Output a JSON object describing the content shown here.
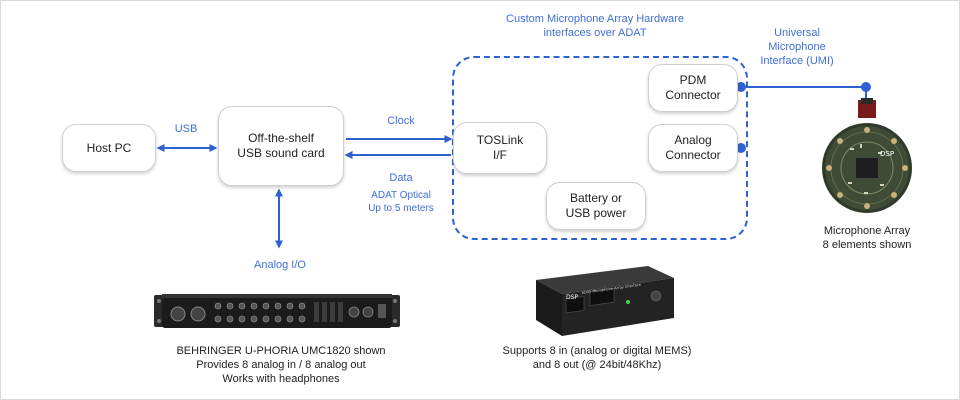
{
  "nodes": {
    "host_pc": "Host PC",
    "sound_card": [
      "Off-the-shelf",
      "USB sound card"
    ],
    "toslink": [
      "TOSLink",
      "I/F"
    ],
    "pdm": [
      "PDM",
      "Connector"
    ],
    "analog": [
      "Analog",
      "Connector"
    ],
    "battery": [
      "Battery or",
      "USB power"
    ]
  },
  "edges": {
    "usb": "USB",
    "clock": "Clock",
    "data": "Data",
    "adat": [
      "ADAT Optical",
      "Up to 5 meters"
    ],
    "analog_io": "Analog I/O"
  },
  "group_label": [
    "Custom Microphone Array Hardware",
    "interfaces over ADAT"
  ],
  "umi_label": [
    "Universal",
    "Microphone",
    "Interface (UMI)"
  ],
  "captions": {
    "mic_array": [
      "Microphone Array",
      "8 elements shown"
    ],
    "behringer": [
      "BEHRINGER U-PHORIA UMC1820 shown",
      "Provides 8 analog in / 8 analog out",
      "Works with headphones"
    ],
    "dsp_box": [
      "Supports 8 in (analog or digital MEMS)",
      "and 8 out (@ 24bit/48Khz)"
    ]
  },
  "device_text": {
    "pcb_logo": "DSP",
    "box_logo": "DSP",
    "box_title": "ADAT Microphone Array Interface"
  },
  "colors": {
    "accent": "#2f62d0",
    "label_blue": "#3f6fd6"
  }
}
